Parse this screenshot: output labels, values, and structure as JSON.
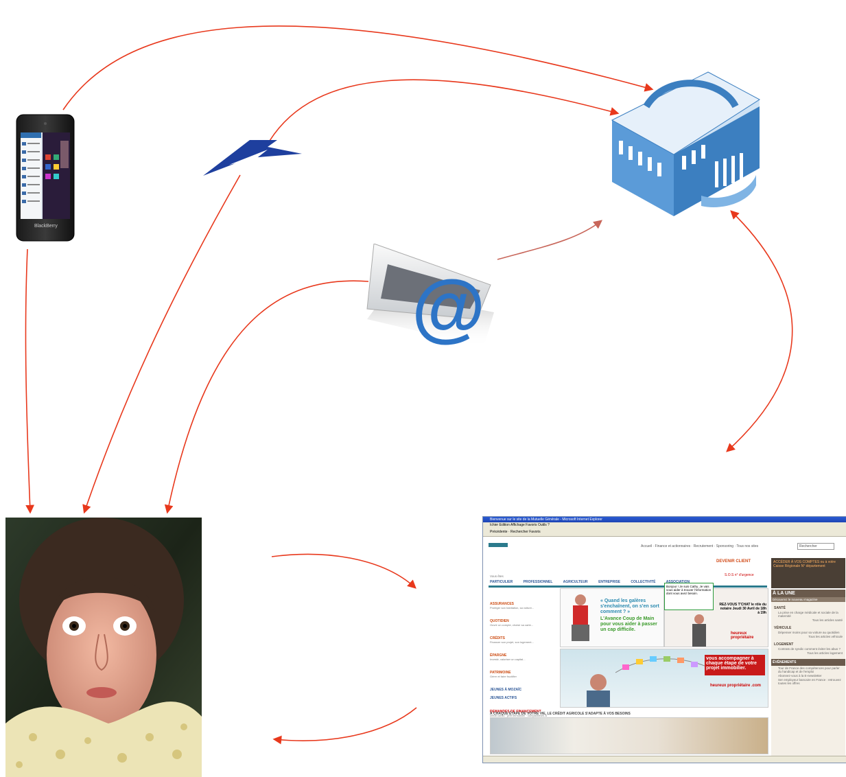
{
  "colors": {
    "arrow": "#e8381c",
    "arrow_faded": "#c8665a",
    "bank_blue": "#3c7fc0",
    "post_blue": "#1e3f9e"
  },
  "nodes": {
    "phone": {
      "icon": "smartphone-icon",
      "brand": "BlackBerry"
    },
    "post": {
      "icon": "la-poste-logo-icon"
    },
    "email": {
      "icon": "email-at-icon",
      "glyph": "@"
    },
    "bank": {
      "icon": "bank-building-icon"
    },
    "person": {
      "icon": "surprised-woman-photo"
    },
    "website": {
      "icon": "bank-website-screenshot"
    }
  },
  "website": {
    "window_title": "Bienvenue sur le site de la Mutuelle Générale - Microsoft Internet Explorer",
    "menu": "Ichier  Edition  Affichage  Favoris  Outils  ?",
    "toolbar": "Précédente  ·  Rechercher  Favoris",
    "top_nav": "Accueil · Finance et actionnaires · Recrutement · Sponsoring · Tous nos sites",
    "search_label": "Rechercher",
    "devenir_client": "DEVENIR CLIENT",
    "sos": "S.O.S n° d'urgence",
    "acceder": "ACCÉDER À VOS COMPTES ou à votre Caisse Régionale N° département",
    "vous_etes": "Vous êtes",
    "tabs": [
      "PARTICULIER",
      "PROFESSIONNEL",
      "AGRICULTEUR",
      "ENTREPRISE",
      "COLLECTIVITÉ",
      "ASSOCIATION"
    ],
    "left_menu": [
      {
        "title": "ASSURANCES",
        "sub": "Protéger son habitation, sa voiture..."
      },
      {
        "title": "QUOTIDIEN",
        "sub": "Ouvrir un compte, choisir sa carte..."
      },
      {
        "title": "CRÉDITS",
        "sub": "Financer son projet, son logement..."
      },
      {
        "title": "ÉPARGNE",
        "sub": "Investir, valoriser un capital..."
      },
      {
        "title": "PATRIMOINE",
        "sub": "Gérer et faire fructifier"
      },
      {
        "title": "JEUNES À MOZAÏC",
        "sub": ""
      },
      {
        "title": "JEUNES ACTIFS",
        "sub": ""
      },
      {
        "title": "DEMANDES DE FINANCEMENT",
        "sub": "crédit conso · prêt immobilier · comparateurs & simulateurs"
      }
    ],
    "promo_quote": "« Quand les galères s'enchaînent, on s'en sort comment ? »",
    "promo_offer": "L'Avance Coup de Main pour vous aider à passer un cap difficile.",
    "chat_bubble": "Bonjour ! Je suis Cathy. Je vais vous aider à trouver l'information dont vous avez besoin.",
    "chat_event": "REZ-VOUS T'CHAT le rôle du notaire Jeudi 30 Avril de 18h à 19h",
    "heureux_proprietaire": "heureux propriétaire",
    "banner_text": "vous accompagner à chaque étape de votre projet immobilier.",
    "heureux_proprietaire_com": "heureux propriétaire .com",
    "bottom_caption": "À CHAQUE ÉTAPE DE VOTRE VIE, LE CRÉDIT AGRICOLE S'ADAPTE À VOS BESOINS",
    "right_column": {
      "header": "À LA UNE",
      "sub": "Découvrez le nouveau magazine",
      "sections": [
        {
          "title": "SANTÉ",
          "line": "La prise en charge médicale et sociale de la maternité",
          "more": "Tous les articles santé"
        },
        {
          "title": "VÉHICULE",
          "line": "Dépenser moins pour sa voiture au quotidien",
          "more": "Tous les articles véhicule"
        },
        {
          "title": "LOGEMENT",
          "line": "Contrats de syndic comment éviter les abus ?",
          "more": "Tous les articles logement"
        }
      ],
      "events_header": "ÉVÉNEMENTS",
      "events": [
        "Tour de France des compétences pour parler du handicap et de l'emploi",
        "Abonnez-vous à la E-newsletter",
        "Ser employeur bancaire en France : retrouvez toutes les offres"
      ]
    }
  }
}
